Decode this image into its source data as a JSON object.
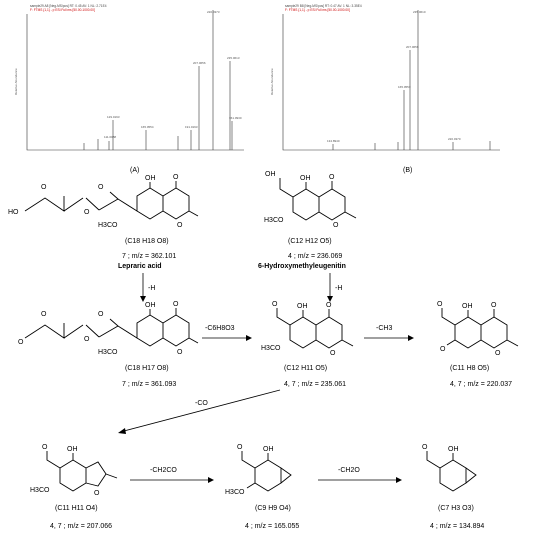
{
  "spectra": {
    "panel_a": {
      "label": "(A)",
      "header1": "sample29 A8 [Neg-MS/pos] RT: 0.45 AV: 1 NL: 2.71E4",
      "header2": "F: FTMS {1,1} - p ESI Full ms [50.00-1000.00]",
      "y_axis_label": "Relative Abundance",
      "peak_labels": [
        "111.0088",
        "129.0193",
        "165.0554",
        "191.0193",
        "207.0656",
        "220.0373",
        "235.0613",
        "361.0930"
      ]
    },
    "panel_b": {
      "label": "(B)",
      "header1": "sample29 B8 [Neg-MS/pos] RT: 0.47 AV: 1 NL: 3.35E4",
      "header2": "F: FTMS {1,1} - p ESI Full ms [50.00-1000.00]",
      "y_axis_label": "Relative Abundance",
      "peak_labels": [
        "134.8940",
        "165.0553",
        "207.0656",
        "220.0370",
        "235.0610"
      ]
    }
  },
  "compounds": {
    "c7": {
      "formula": "(C18 H18 O8)",
      "mz": "7 ; m/z = 362.101",
      "name": "Lepraric acid"
    },
    "c4": {
      "formula": "(C12 H12 O5)",
      "mz": "4 ; m/z = 236.069",
      "name": "6-Hydroxymethyleugenitin"
    },
    "c7m": {
      "formula": "(C18 H17 O8)",
      "mz": "7 ; m/z = 361.093"
    },
    "f235": {
      "formula": "(C12 H11 O5)",
      "mz": "4, 7 ; m/z = 235.061"
    },
    "f220": {
      "formula": "(C11 H8 O5)",
      "mz": "4, 7 ; m/z = 220.037"
    },
    "f207": {
      "formula": "(C11 H11 O4)",
      "mz": "4, 7 ; m/z = 207.066"
    },
    "f165": {
      "formula": "(C9 H9 O4)",
      "mz": "4 ; m/z = 165.055"
    },
    "f134": {
      "formula": "(C7 H3 O3)",
      "mz": "4 ; m/z = 134.894"
    }
  },
  "arrows": {
    "a1": "-H",
    "a2": "-H",
    "a3": "-C6H8O3",
    "a4": "-CH3",
    "a5": "-CO",
    "a6": "-CH2CO",
    "a7": "-CH2O"
  },
  "atoms": {
    "OH": "OH",
    "HO": "HO",
    "O": "O",
    "OMe": "H3CO",
    "Ominus": "O"
  }
}
